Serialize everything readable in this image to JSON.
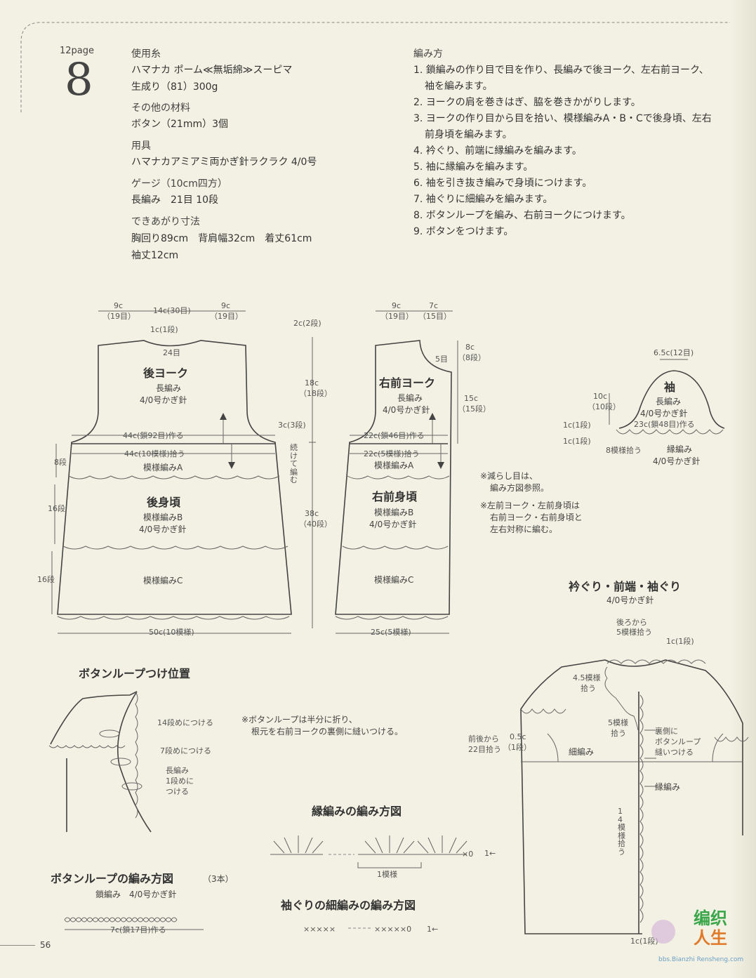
{
  "page_ref": "12page",
  "pattern_no": "8",
  "page_number": "56",
  "materials": {
    "yarn_head": "使用糸",
    "yarn_1": "ハマナカ ポーム≪無垢綿≫スーピマ",
    "yarn_2": "生成り（81）300g",
    "other_head": "その他の材料",
    "other_1": "ボタン（21mm）3個",
    "tools_head": "用具",
    "tools_1": "ハマナカアミアミ両かぎ針ラクラク 4/0号",
    "gauge_head": "ゲージ（10cm四方）",
    "gauge_1": "長編み　21目 10段",
    "size_head": "できあがり寸法",
    "size_1": "胸回り89cm　背肩幅32cm　着丈61cm",
    "size_2": "袖丈12cm"
  },
  "instructions": {
    "head": "編み方",
    "step_1a": "1. 鎖編みの作り目で目を作り、長編みで後ヨーク、左右前ヨーク、",
    "step_1b": "袖を編みます。",
    "step_2": "2. ヨークの肩を巻きはぎ、脇を巻きかがりします。",
    "step_3a": "3. ヨークの作り目から目を拾い、模様編みA・B・Cで後身頃、左右",
    "step_3b": "前身頃を編みます。",
    "step_4": "4. 衿ぐり、前端に縁編みを編みます。",
    "step_5": "5. 袖に縁編みを編みます。",
    "step_6": "6. 袖を引き抜き編みで身頃につけます。",
    "step_7": "7. 袖ぐりに細編みを編みます。",
    "step_8": "8. ボタンループを編み、右前ヨークにつけます。",
    "step_9": "9. ボタンをつけます。"
  },
  "back": {
    "dim_9c_l": "9c",
    "dim_19_l": "（19目）",
    "dim_14c": "14c(30目)",
    "dim_9c_r": "9c",
    "dim_19_r": "（19目）",
    "dim_1c": "1c(1段)",
    "dim_24": "24目",
    "yoke_title": "後ヨーク",
    "yoke_st": "長編み",
    "yoke_hook": "4/0号かぎ針",
    "make_44": "44c(鎖92目)作る",
    "pick_44": "44c(10模様)拾う",
    "pat_a": "模様編みA",
    "body_title": "後身頃",
    "pat_b": "模様編みB",
    "body_hook": "4/0号かぎ針",
    "pat_c": "模様編みC",
    "row_8": "8段",
    "row_16a": "16段",
    "row_16b": "16段",
    "width_50": "50c(10模様)"
  },
  "center": {
    "dim_2c": "2c(2段)",
    "dim_18c": "18c",
    "dim_18r": "（18段）",
    "dim_3c": "3c(3段)",
    "cont": "続けて編む",
    "dim_38c": "38c",
    "dim_40r": "（40段）"
  },
  "front": {
    "dim_9c": "9c",
    "dim_19": "（19目）",
    "dim_7c": "7c",
    "dim_15": "（15目）",
    "dim_8c": "8c",
    "dim_8r": "（8段）",
    "dim_5": "5目",
    "dim_15c": "15c",
    "dim_15r": "（15段）",
    "yoke_title": "右前ヨーク",
    "yoke_st": "長編み",
    "yoke_hook": "4/0号かぎ針",
    "make_22": "22c(鎖46目)作る",
    "pick_22": "22c(5模様)拾う",
    "pat_a": "模様編みA",
    "body_title": "右前身頃",
    "pat_b": "模様編みB",
    "body_hook": "4/0号かぎ針",
    "pat_c": "模様編みC",
    "width_25": "25c(5模様)"
  },
  "sleeve": {
    "dim_65": "6.5c(12目)",
    "title": "袖",
    "st": "長編み",
    "hook": "4/0号かぎ針",
    "dim_10c": "10c",
    "dim_10r": "（10段）",
    "dim_1c_a": "1c(1段)",
    "dim_1c_b": "1c(1段)",
    "make_23": "23c(鎖48目)作る",
    "pick_8": "8模様拾う",
    "edge": "縁編み",
    "edge_hook": "4/0号かぎ針"
  },
  "notes": {
    "n1a": "※減らし目は、",
    "n1b": "編み方図参照。",
    "n2a": "※左前ヨーク・左前身頃は",
    "n2b": "右前ヨーク・右前身頃と",
    "n2c": "左右対称に編む。"
  },
  "neck": {
    "title": "衿ぐり・前端・袖ぐり",
    "hook": "4/0号かぎ針",
    "back_pick_a": "後ろから",
    "back_pick_b": "5模様拾う",
    "dim_1c_top": "1c(1段)",
    "pick_45a": "4.5模様",
    "pick_45b": "拾う",
    "pick_5a": "5模様",
    "pick_5b": "拾う",
    "loop_a": "裏側に",
    "loop_b": "ボタンループ",
    "loop_c": "縫いつける",
    "fb_a": "前後から",
    "fb_b": "22目拾う",
    "dim_05a": "0.5c",
    "dim_05b": "（1段）",
    "sc": "細編み",
    "edge": "縁編み",
    "pick_14": "14模様拾う",
    "dim_1c_bot": "1c(1段)"
  },
  "button_loop_pos": {
    "title": "ボタンループつけ位置",
    "r14": "14段めにつける",
    "r7": "7段めにつける",
    "dc_a": "長編み",
    "dc_b": "1段めに",
    "dc_c": "つける",
    "note_a": "※ボタンループは半分に折り、",
    "note_b": "根元を右前ヨークの裏側に縫いつける。"
  },
  "edge_chart": {
    "title": "縁編みの編み方図",
    "repeat": "1模様",
    "row": "1←",
    "x0": "×0"
  },
  "loop_chart": {
    "title": "ボタンループの編み方図",
    "count": "（3本）",
    "sub": "鎖編み　4/0号かぎ針",
    "make": "7c(鎖17目)作る"
  },
  "armhole_chart": {
    "title": "袖ぐりの細編みの編み方図",
    "row_left": "×××××",
    "row_right": "×××××0",
    "row": "1←"
  },
  "watermark": {
    "line1": "编织",
    "line2": "人生",
    "url": "bbs.Bianzhi Rensheng.com"
  }
}
